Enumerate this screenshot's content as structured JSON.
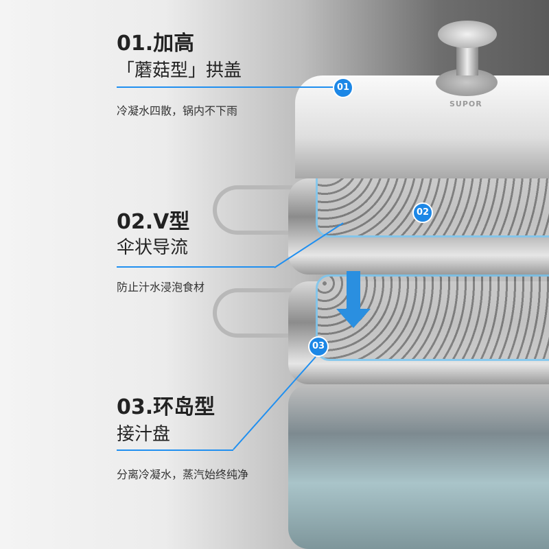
{
  "brand": "SUPOR",
  "accent": "#1c87e6",
  "features": [
    {
      "title": "01.加高",
      "subtitle": "「蘑菇型」拱盖",
      "desc": "冷凝水四散，锅内不下雨",
      "badge": "01"
    },
    {
      "title": "02.V型",
      "subtitle": "伞状导流",
      "desc": "防止汁水浸泡食材",
      "badge": "02"
    },
    {
      "title": "03.环岛型",
      "subtitle": "接汁盘",
      "desc": "分离冷凝水，蒸汽始终纯净",
      "badge": "03"
    }
  ]
}
